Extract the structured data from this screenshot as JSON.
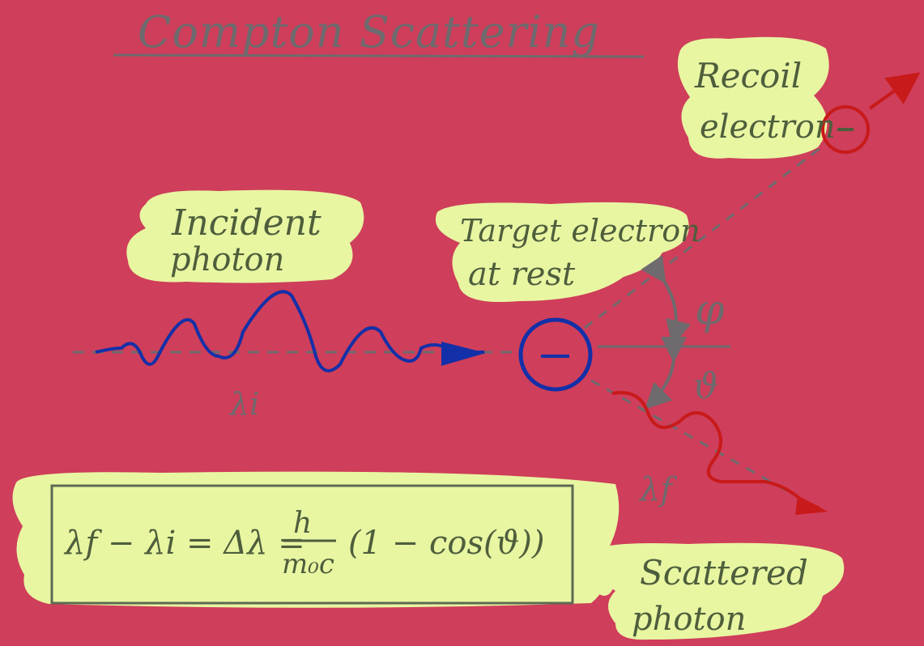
{
  "title": "Compton Scattering",
  "labels": {
    "incident_photon": [
      "Incident",
      "photon"
    ],
    "target_electron": [
      "Target electron",
      "at rest"
    ],
    "recoil_electron": [
      "Recoil",
      "electron"
    ],
    "scattered_photon": [
      "Scattered",
      "photon"
    ]
  },
  "symbols": {
    "lambda_i": "λi",
    "lambda_f": "λf",
    "phi": "φ",
    "theta": "ϑ",
    "electron_charge": "−"
  },
  "formula": {
    "lhs": "λf − λi = Δλ =",
    "numerator": "h",
    "denominator": "m₀c",
    "rhs": "(1 − cos(ϑ))"
  },
  "colors": {
    "background": "#cf3e5a",
    "highlight": "#e8f6a2",
    "incident_wave": "#1330a8",
    "scattered_wave": "#c81a1a",
    "ink": "#4e5e3c",
    "guide_lines": "#6e6a6e"
  }
}
